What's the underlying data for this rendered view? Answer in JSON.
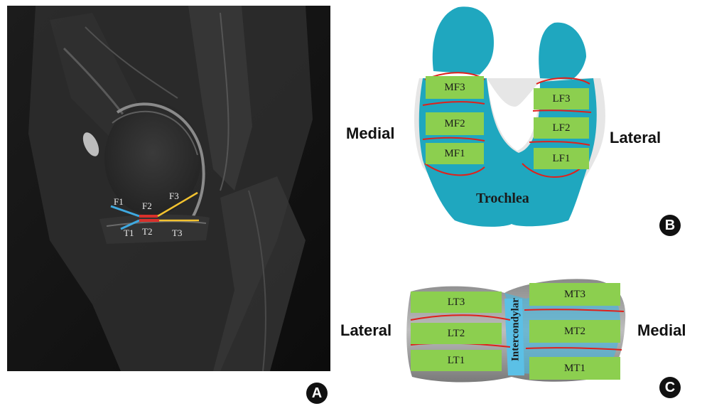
{
  "panel_a": {
    "badge": "A",
    "labels": {
      "f1": "F1",
      "f2": "F2",
      "f3": "F3",
      "t1": "T1",
      "t2": "T2",
      "t3": "T3"
    },
    "colors": {
      "segment1": "#3fa9e0",
      "segment2": "#d9302b",
      "segment3": "#f2c230"
    }
  },
  "panel_b": {
    "badge": "B",
    "left_side": "Medial",
    "right_side": "Lateral",
    "region": "Trochlea",
    "zones": {
      "mf3": "MF3",
      "mf2": "MF2",
      "mf1": "MF1",
      "lf3": "LF3",
      "lf2": "LF2",
      "lf1": "LF1"
    }
  },
  "panel_c": {
    "badge": "C",
    "left_side": "Lateral",
    "right_side": "Medial",
    "region": "Intercondylar",
    "zones": {
      "lt3": "LT3",
      "lt2": "LT2",
      "lt1": "LT1",
      "mt3": "MT3",
      "mt2": "MT2",
      "mt1": "MT1"
    }
  },
  "colors": {
    "cartilage": "#1fa7bf",
    "zone_fill": "#8ccf4f",
    "boundary_line": "#e0201b",
    "bone": "#e6e6e6"
  }
}
